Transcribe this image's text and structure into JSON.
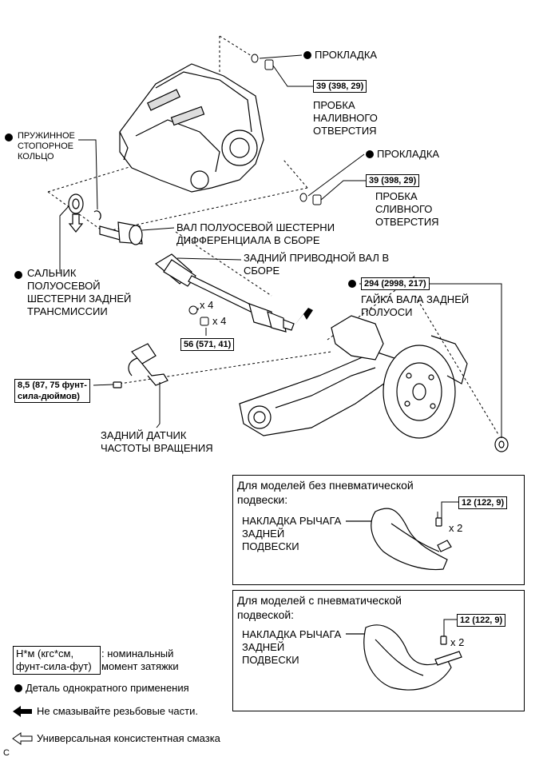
{
  "parts": {
    "gasket_fill": "ПРОКЛАДКА",
    "fill_plug_torque": "39 (398, 29)",
    "fill_plug": "ПРОБКА\nНАЛИВНОГО\nОТВЕРСТИЯ",
    "gasket_drain": "ПРОКЛАДКА",
    "drain_plug_torque": "39 (398, 29)",
    "drain_plug": "ПРОБКА\nСЛИВНОГО\nОТВЕРСТИЯ",
    "snap_ring": "ПРУЖИННОЕ\nСТОПОРНОЕ\nКОЛЬЦО",
    "side_gear_shaft": "ВАЛ ПОЛУОСЕВОЙ ШЕСТЕРНИ\nДИФФЕРЕНЦИАЛА В СБОРЕ",
    "drive_shaft": "ЗАДНИЙ ПРИВОДНОЙ ВАЛ В\nСБОРЕ",
    "oil_seal": "САЛЬНИК\nПОЛУОСЕВОЙ\nШЕСТЕРНИ ЗАДНЕЙ\nТРАНСМИССИИ",
    "nut_torque": "294 (2998, 217)",
    "nut": "ГАЙКА ВАЛА ЗАДНЕЙ\nПОЛУОСИ",
    "qty_washer": "x 4",
    "qty_nut": "x 4",
    "shaft_bolt_torque": "56 (571, 41)",
    "sensor_bolt_torque": "8,5 (87, 75 фунт-\nсила-дюймов)",
    "speed_sensor": "ЗАДНИЙ ДАТЧИК\nЧАСТОТЫ ВРАЩЕНИЯ"
  },
  "panel_no_air": {
    "title": "Для моделей без пневматической\nподвески:",
    "torque": "12 (122, 9)",
    "qty": "x 2",
    "part": "НАКЛАДКА РЫЧАГА\nЗАДНЕЙ\nПОДВЕСКИ"
  },
  "panel_air": {
    "title": "Для моделей с пневматической\nподвеской:",
    "torque": "12 (122, 9)",
    "qty": "x 2",
    "part": "НАКЛАДКА РЫЧАГА\nЗАДНЕЙ\nПОДВЕСКИ"
  },
  "legend": {
    "torque_units": "Н*м (кгс*см,\nфунт-сила-фут)",
    "torque_desc": ": номинальный\nмомент затяжки",
    "non_reusable": "Деталь однократного применения",
    "no_grease": "Не смазывайте резьбовые части.",
    "grease": "Универсальная консистентная смазка"
  },
  "figure_code": "C"
}
